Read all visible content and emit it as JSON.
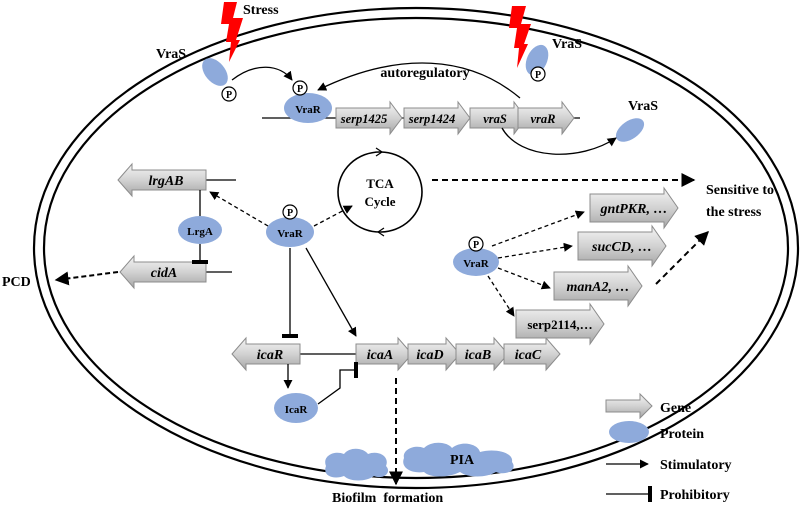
{
  "stress": {
    "label": "Stress"
  },
  "vras": {
    "top_left": "VraS",
    "top_right": "VraS",
    "right": "VraS"
  },
  "phospho": "P",
  "autoregulatory": "autoregulatory",
  "vrar_labels": {
    "top": "VraR",
    "center": "VraR",
    "right": "VraR"
  },
  "operon_genes": [
    "serp1425",
    "serp1424",
    "vraS",
    "vraR"
  ],
  "lrg_genes": {
    "lrgAB": "lrgAB",
    "cidA": "cidA"
  },
  "lrgA_protein": "LrgA",
  "pcd": "PCD",
  "tca": {
    "line1": "TCA",
    "line2": "Cycle"
  },
  "sensitive": {
    "line1": "Sensitive to",
    "line2": "the stress"
  },
  "right_genes": [
    "gntPKR, …",
    "sucCD, …",
    "manA2, …",
    "serp2114,…"
  ],
  "ica_genes": {
    "icaR": "icaR",
    "icaA": "icaA",
    "icaD": "icaD",
    "icaB": "icaB",
    "icaC": "icaC"
  },
  "icaR_protein": "IcaR",
  "pia": "PIA",
  "biofilm": "Biofilm  formation",
  "legend": {
    "gene": "Gene",
    "protein": "Protein",
    "stimulatory": "Stimulatory",
    "prohibitory": "Prohibitory"
  },
  "colors": {
    "protein": "#8eaadb",
    "gene_fill": "#d0d0d0",
    "gene_stroke": "#8c8c8c",
    "stress": "#ff0000"
  }
}
